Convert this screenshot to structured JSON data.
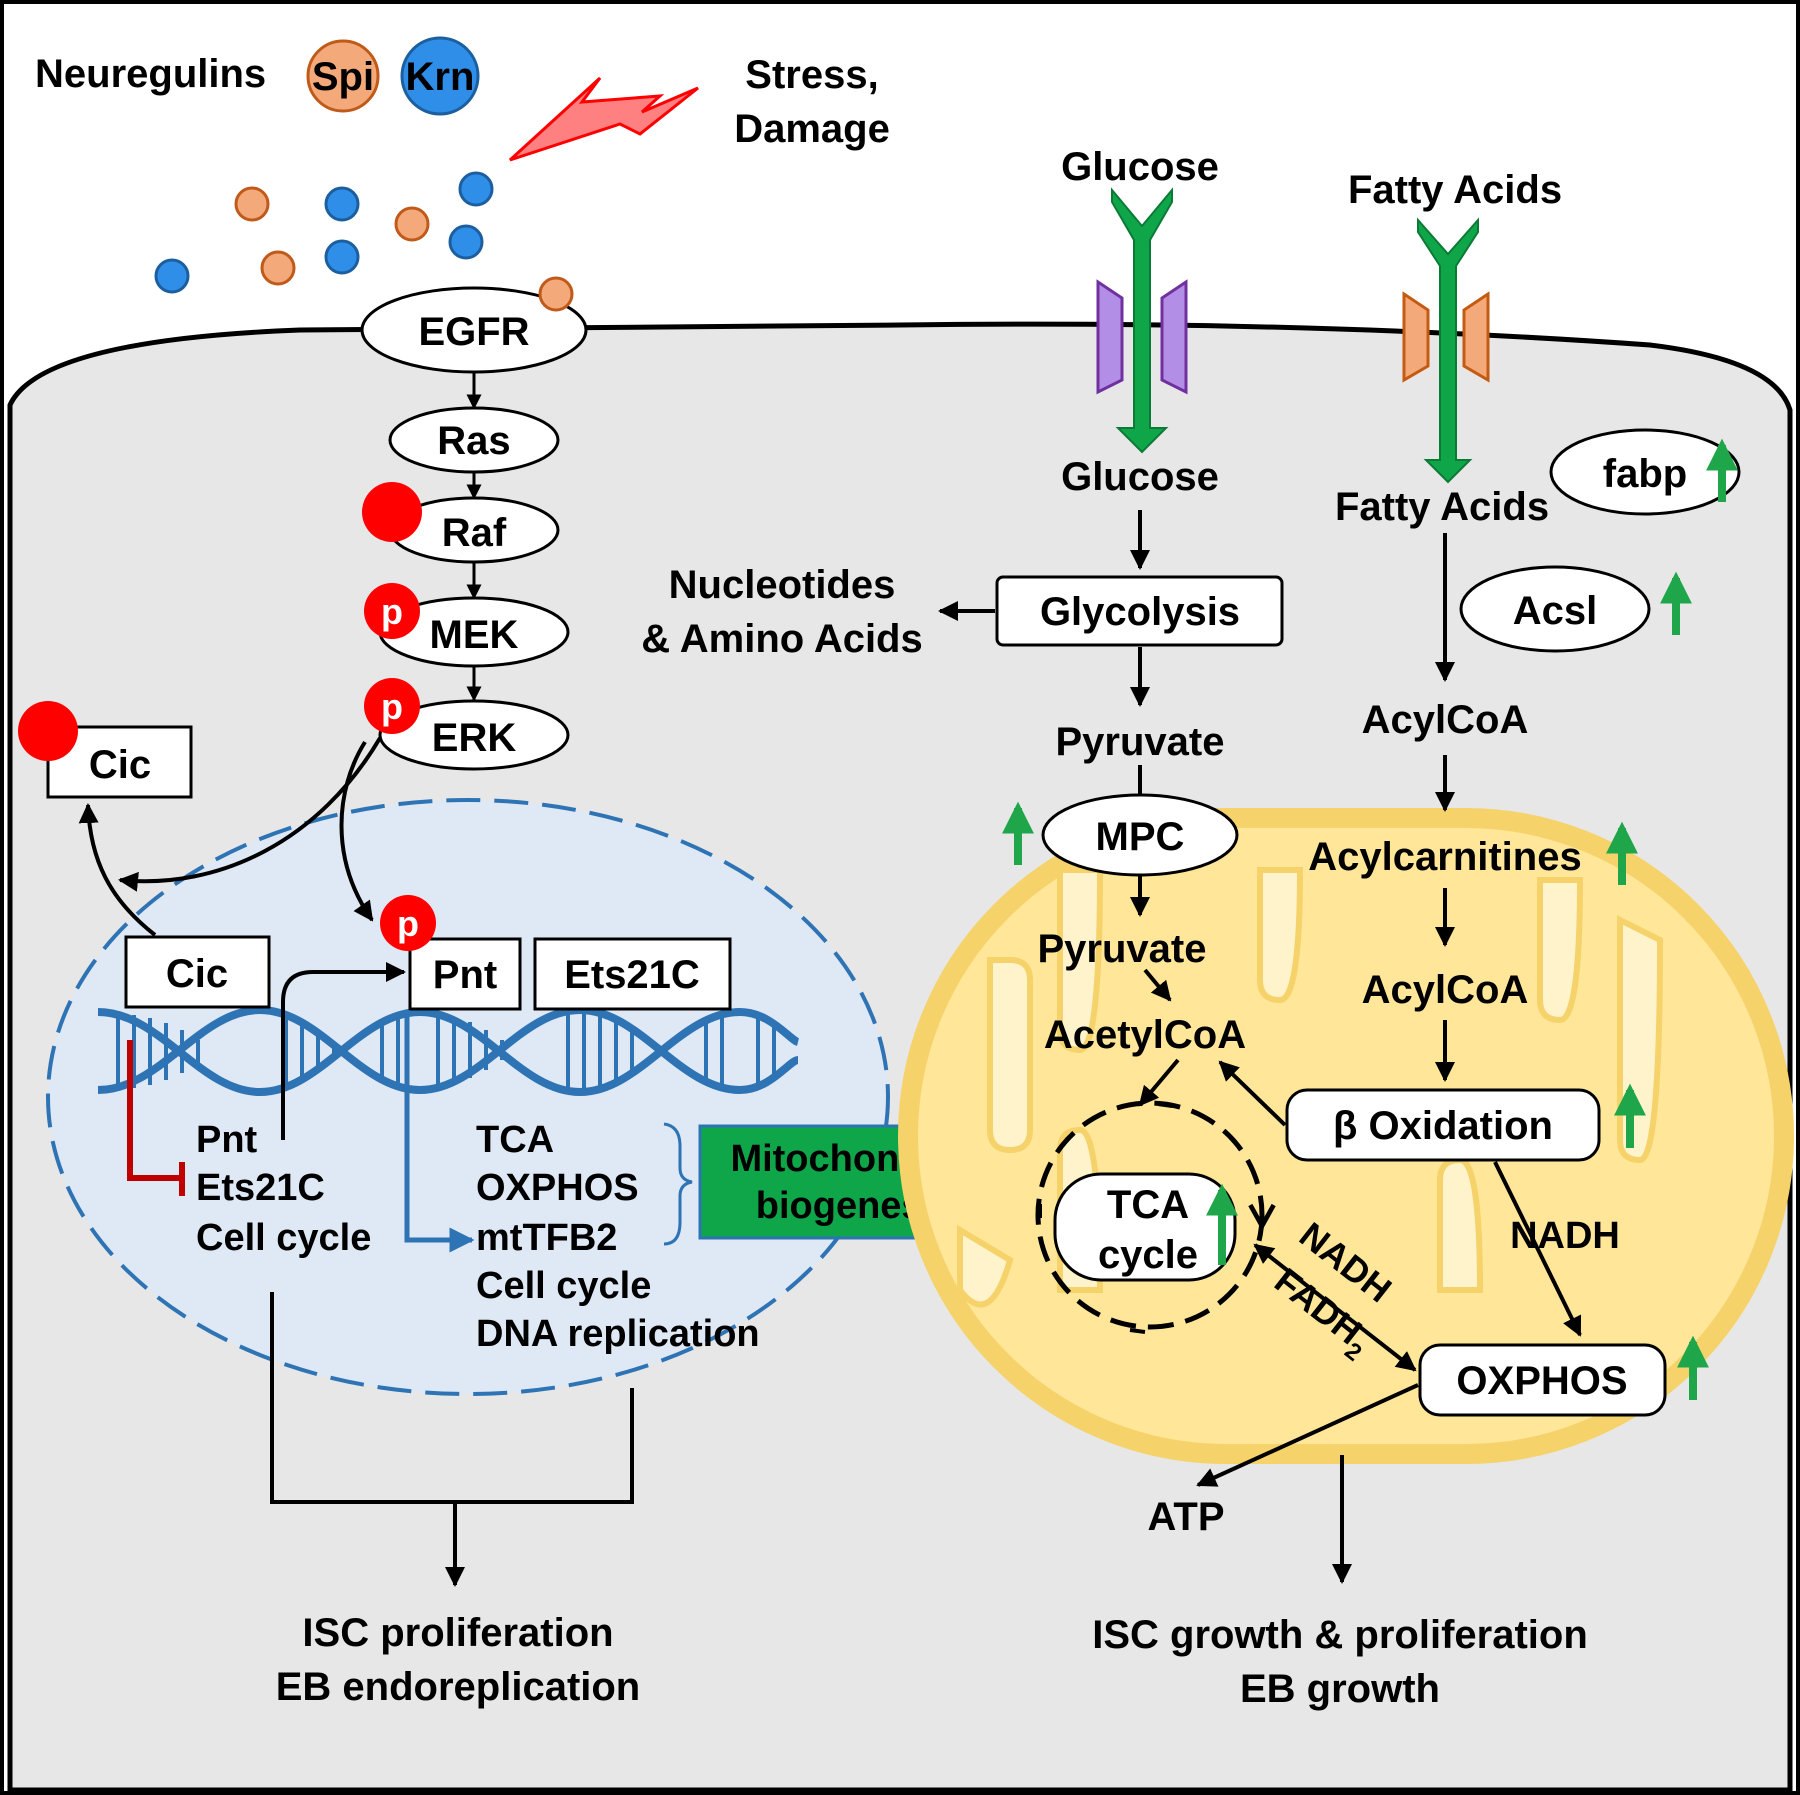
{
  "ligands": {
    "neuregulins": "Neuregulins",
    "spi": "Spi",
    "krn": "Krn",
    "stress_line1": "Stress,",
    "stress_line2": "Damage"
  },
  "pathway": {
    "egfr": "EGFR",
    "ras": "Ras",
    "raf": "Raf",
    "mek": "MEK",
    "erk": "ERK",
    "phospho": "p",
    "cic_cytoplasm": "Cic",
    "cic_nucleus": "Cic",
    "pnt": "Pnt",
    "ets21c": "Ets21C"
  },
  "cic_targets": [
    "Pnt",
    "Ets21C",
    "Cell cycle"
  ],
  "pnt_targets": [
    "TCA",
    "OXPHOS",
    "mtTFB2",
    "Cell cycle",
    "DNA replication"
  ],
  "mito_biogenesis": [
    "Mitochondrial",
    "biogenesis"
  ],
  "metabolism": {
    "glucose_out": "Glucose",
    "glucose_in": "Glucose",
    "fatty_acids_out": "Fatty Acids",
    "fatty_acids_in": "Fatty Acids",
    "fabp": "fabp",
    "acsl": "Acsl",
    "glycolysis": "Glycolysis",
    "nucleotides_line1": "Nucleotides",
    "nucleotides_line2": "& Amino Acids",
    "pyruvate_cyto": "Pyruvate",
    "mpc": "MPC",
    "pyruvate_mito": "Pyruvate",
    "acetylcoa": "AcetylCoA",
    "acylcoa_cyto": "AcylCoA",
    "acylcarnitines": "Acylcarnitines",
    "acylcoa_mito": "AcylCoA",
    "beta_oxidation": "β Oxidation",
    "tca_line1": "TCA",
    "tca_line2": "cycle",
    "nadh_beta": "NADH",
    "nadh_tca": "NADH",
    "fadh2": "FADH",
    "fadh2_sub": "2",
    "oxphos": "OXPHOS",
    "atp": "ATP"
  },
  "outcomes": {
    "left_line1": "ISC proliferation",
    "left_line2": "EB endoreplication",
    "right_line1": "ISC growth & proliferation",
    "right_line2": "EB growth"
  },
  "colors": {
    "spi": "#f4a97a",
    "krn": "#2f8fe8",
    "phospho": "#ff0000",
    "nucleus_fill": "#dfe8f5",
    "nucleus_border": "#2e74b5",
    "dna": "#2e74b5",
    "repress": "#c00000",
    "mito_fill": "#ffe699",
    "mito_border": "#f5d36a",
    "up_arrow": "#1fa64a",
    "biogenesis_arrow": "#0fa64a",
    "glucose_transporter": "#9e6bd6",
    "fa_transporter": "#f4a97a",
    "cell_fill": "#e7e7e7",
    "lightning": "#ff7f7f"
  }
}
